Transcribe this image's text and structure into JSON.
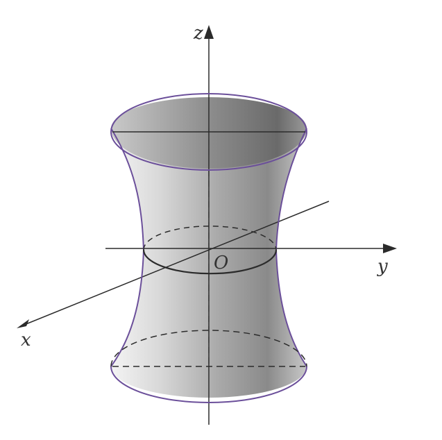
{
  "diagram": {
    "axes": {
      "x_label": "x",
      "y_label": "y",
      "z_label": "z",
      "origin_label": "O"
    },
    "colors": {
      "outline": "#6b4f9a",
      "axis": "#2b2b2b",
      "shade_light": "#f2f2f2",
      "shade_dark": "#6f6f6f"
    }
  }
}
